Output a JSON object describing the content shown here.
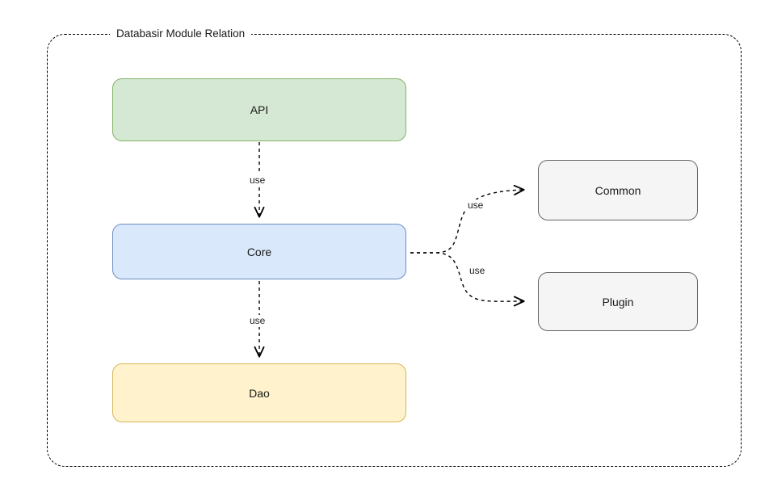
{
  "diagram": {
    "title": "Databasir Module Relation",
    "nodes": [
      {
        "id": "api",
        "label": "API",
        "fill": "#d5e8d4",
        "stroke": "#82b366"
      },
      {
        "id": "core",
        "label": "Core",
        "fill": "#dae8fc",
        "stroke": "#6c8ebf"
      },
      {
        "id": "dao",
        "label": "Dao",
        "fill": "#fff2cc",
        "stroke": "#d6b656"
      },
      {
        "id": "common",
        "label": "Common",
        "fill": "#f5f5f5",
        "stroke": "#666666"
      },
      {
        "id": "plugin",
        "label": "Plugin",
        "fill": "#f5f5f5",
        "stroke": "#666666"
      }
    ],
    "edges": [
      {
        "from": "api",
        "to": "core",
        "label": "use"
      },
      {
        "from": "core",
        "to": "dao",
        "label": "use"
      },
      {
        "from": "core",
        "to": "common",
        "label": "use"
      },
      {
        "from": "core",
        "to": "plugin",
        "label": "use"
      }
    ],
    "edge_style": "dashed",
    "container_style": "dashed"
  }
}
